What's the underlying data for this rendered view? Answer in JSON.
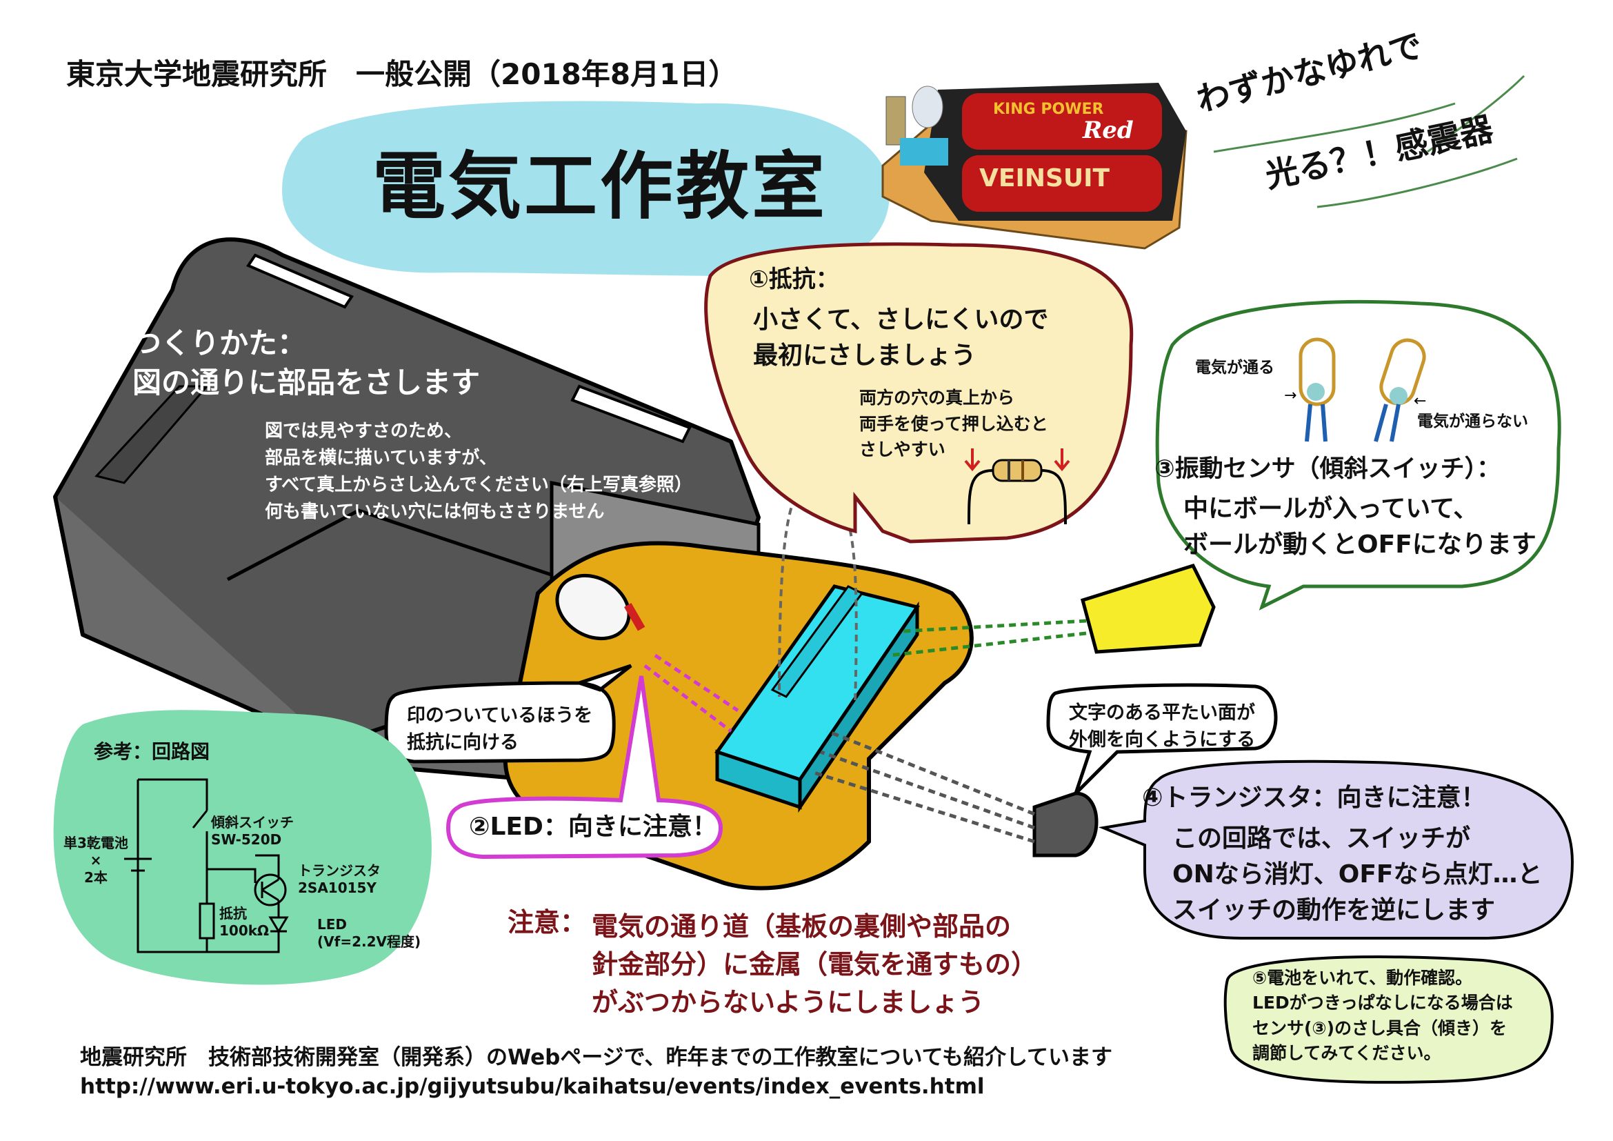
{
  "header": "東京大学地震研究所　一般公開（2018年8月1日）",
  "title": "電気工作教室",
  "tagline": {
    "line1": "わずかなゆれで",
    "line2": "光る？！感震器"
  },
  "photo": {
    "label_brand": "KING POWER",
    "label_red": "Red",
    "label_model": "VEINSUIT"
  },
  "howto": {
    "heading": [
      "つくりかた：",
      "図の通りに部品をさします"
    ],
    "notes": [
      "図では見やすさのため、",
      "部品を横に描いていますが、",
      "すべて真上からさし込んでください（右上写真参照）",
      "何も書いていない穴には何もささりません"
    ]
  },
  "step1": {
    "heading": "①抵抗：",
    "body": [
      "小さくて、さしにくいので",
      "最初にさしましょう"
    ],
    "note": [
      "両方の穴の真上から",
      "両手を使って押し込むと",
      "さしやすい"
    ]
  },
  "step2": {
    "label": "②LED：向きに注意！"
  },
  "step3": {
    "conduct": "電気が通る",
    "no_conduct": "電気が通らない",
    "heading": "③振動センサ（傾斜スイッチ）：",
    "body": [
      "中にボールが入っていて、",
      "ボールが動くとOFFになります"
    ]
  },
  "step4": {
    "heading": "④トランジスタ：向きに注意！",
    "body": [
      "この回路では、スイッチが",
      "ONなら消灯、OFFなら点灯…と",
      "スイッチの動作を逆にします"
    ]
  },
  "step5": {
    "body": [
      "⑤電池をいれて、動作確認。",
      "LEDがつきっぱなしになる場合は",
      "センサ(③)のさし具合（傾き）を",
      "調節してみてください。"
    ]
  },
  "led_mark": [
    "印のついているほうを",
    "抵抗に向ける"
  ],
  "transistor_face": [
    "文字のある平たい面が",
    "外側を向くようにする"
  ],
  "caution": {
    "heading": "注意：",
    "body": [
      "電気の通り道（基板の裏側や部品の",
      "針金部分）に金属（電気を通すもの）",
      "がぶつからないようにしましょう"
    ]
  },
  "circuit": {
    "title": "参考：回路図",
    "battery": [
      "単3乾電池",
      "×",
      "2本"
    ],
    "switch": [
      "傾斜スイッチ",
      "SW-520D"
    ],
    "transistor": [
      "トランジスタ",
      "2SA1015Y"
    ],
    "resistor": [
      "抵抗",
      "100kΩ"
    ],
    "led": [
      "LED",
      "(Vf=2.2V程度)"
    ]
  },
  "footer": {
    "text": "地震研究所　技術部技術開発室（開発系）のWebページで、昨年までの工作教室についても紹介しています",
    "url": "http://www.eri.u-tokyo.ac.jp/gijyutsubu/kaihatsu/events/index_events.html"
  },
  "colors": {
    "title_blob": "#a3e2ec",
    "battery_case": "#555555",
    "board": "#e6a916",
    "breadboard": "#33e0f0",
    "step1_fill": "#fbefc0",
    "step1_border": "#7a1418",
    "step3_border": "#2d7a2d",
    "step4_fill": "#ddd6f2",
    "step5_fill": "#e9f6c8",
    "led_border": "#d23cd2",
    "circuit_fill": "#7fdcae",
    "caution_text": "#7a1418"
  }
}
